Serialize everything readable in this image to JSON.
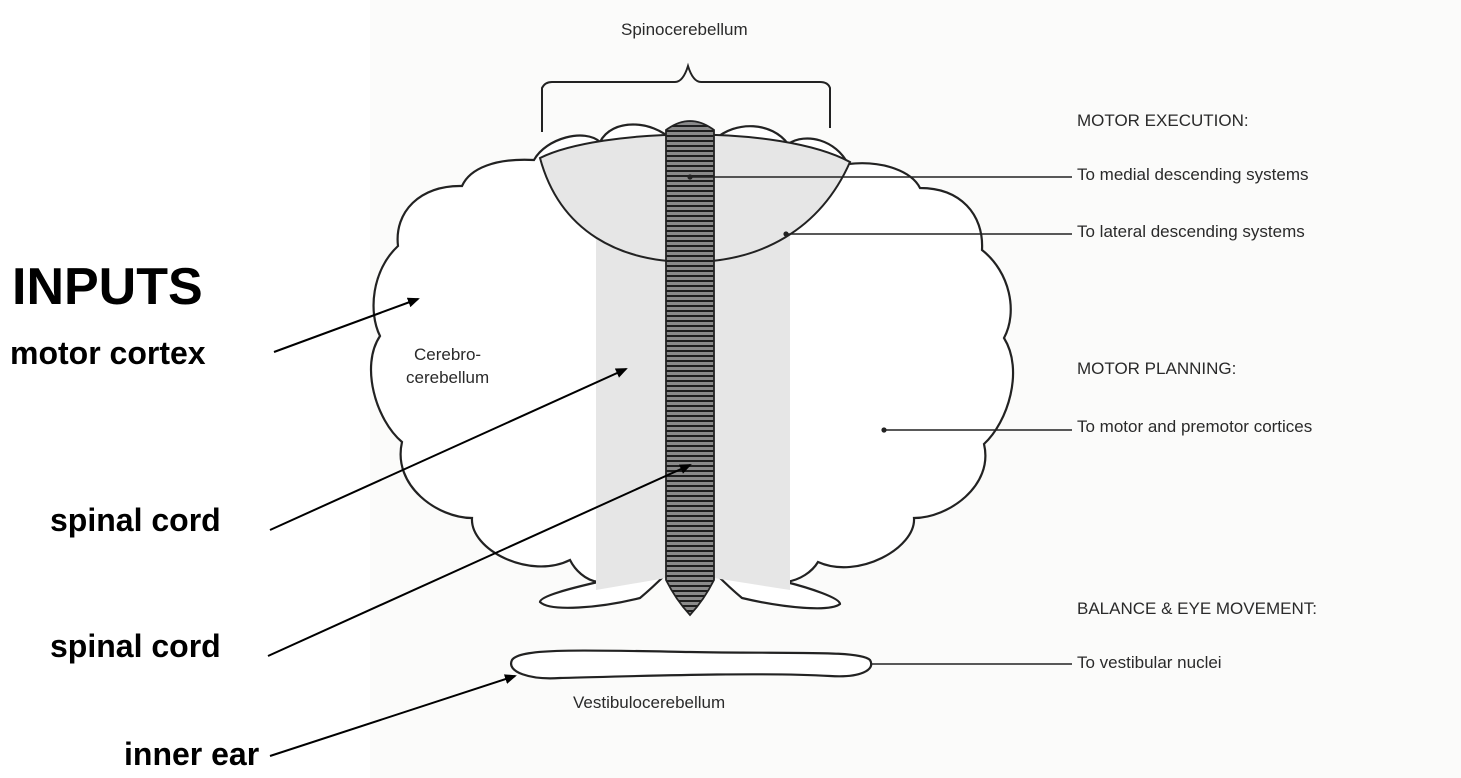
{
  "inputs": {
    "title": "INPUTS",
    "items": [
      {
        "label": "motor cortex"
      },
      {
        "label": "spinal cord"
      },
      {
        "label": "spinal cord"
      },
      {
        "label": "inner ear"
      }
    ]
  },
  "regions": {
    "spinocerebellum": "Spinocerebellum",
    "cerebrocerebellum_line1": "Cerebro-",
    "cerebrocerebellum_line2": "cerebellum",
    "vestibulocerebellum": "Vestibulocerebellum"
  },
  "outputs": [
    {
      "heading": "MOTOR EXECUTION:",
      "items": [
        "To medial descending systems",
        "To lateral descending systems"
      ]
    },
    {
      "heading": "MOTOR PLANNING:",
      "items": [
        "To motor and premotor cortices"
      ]
    },
    {
      "heading": "BALANCE & EYE MOVEMENT:",
      "items": [
        "To vestibular nuclei"
      ]
    }
  ]
}
